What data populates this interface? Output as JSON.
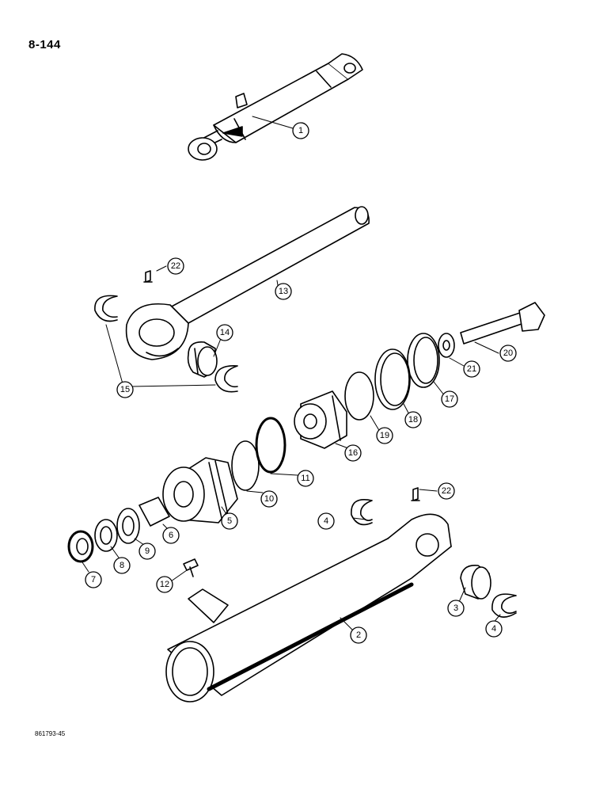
{
  "page_number": "8-144",
  "figure_code": "861793-45",
  "callouts": [
    {
      "id": "c1",
      "label": "1"
    },
    {
      "id": "c2",
      "label": "2"
    },
    {
      "id": "c3",
      "label": "3"
    },
    {
      "id": "c4a",
      "label": "4"
    },
    {
      "id": "c4b",
      "label": "4"
    },
    {
      "id": "c5",
      "label": "5"
    },
    {
      "id": "c6",
      "label": "6"
    },
    {
      "id": "c7",
      "label": "7"
    },
    {
      "id": "c8",
      "label": "8"
    },
    {
      "id": "c9",
      "label": "9"
    },
    {
      "id": "c10",
      "label": "10"
    },
    {
      "id": "c11",
      "label": "11"
    },
    {
      "id": "c12",
      "label": "12"
    },
    {
      "id": "c13",
      "label": "13"
    },
    {
      "id": "c14",
      "label": "14"
    },
    {
      "id": "c15",
      "label": "15"
    },
    {
      "id": "c16",
      "label": "16"
    },
    {
      "id": "c17",
      "label": "17"
    },
    {
      "id": "c18",
      "label": "18"
    },
    {
      "id": "c19",
      "label": "19"
    },
    {
      "id": "c20",
      "label": "20"
    },
    {
      "id": "c21",
      "label": "21"
    },
    {
      "id": "c22a",
      "label": "22"
    },
    {
      "id": "c22b",
      "label": "22"
    }
  ]
}
